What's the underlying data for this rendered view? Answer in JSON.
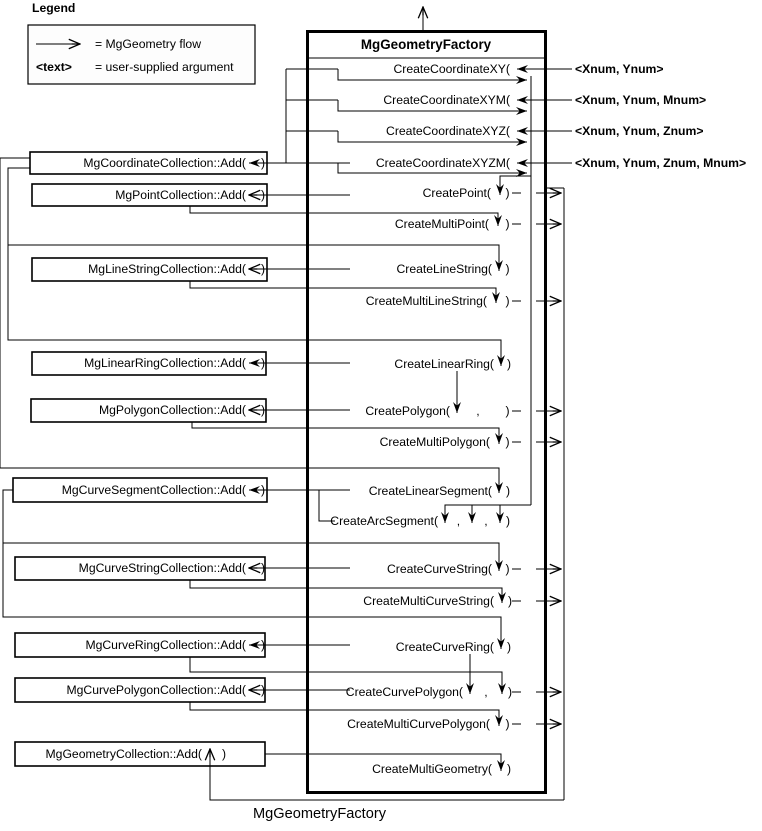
{
  "legend": {
    "title": "Legend",
    "flow_label": "= MgGeometry flow",
    "arg_token": "<text>",
    "arg_label": "= user-supplied argument"
  },
  "factory": {
    "title": "MgGeometryFactory",
    "caption": "MgGeometryFactory",
    "methods": [
      {
        "label": "CreateCoordinateXY("
      },
      {
        "label": "CreateCoordinateXYM("
      },
      {
        "label": "CreateCoordinateXYZ("
      },
      {
        "label": "CreateCoordinateXYZM("
      },
      {
        "label": "CreatePoint("
      },
      {
        "label": "CreateMultiPoint("
      },
      {
        "label": "CreateLineString("
      },
      {
        "label": "CreateMultiLineString("
      },
      {
        "label": "CreateLinearRing("
      },
      {
        "label": "CreatePolygon("
      },
      {
        "label": "CreateMultiPolygon("
      },
      {
        "label": "CreateLinearSegment("
      },
      {
        "label": "CreateArcSegment("
      },
      {
        "label": "CreateCurveString("
      },
      {
        "label": "CreateMultiCurveString("
      },
      {
        "label": "CreateCurveRing("
      },
      {
        "label": "CreateCurvePolygon("
      },
      {
        "label": "CreateMultiCurvePolygon("
      },
      {
        "label": "CreateMultiGeometry("
      }
    ]
  },
  "collections": [
    {
      "name": "MgCoordinateCollection",
      "method": "::Add("
    },
    {
      "name": "MgPointCollection",
      "method": "::Add("
    },
    {
      "name": "MgLineStringCollection",
      "method": "::Add("
    },
    {
      "name": "MgLinearRingCollection",
      "method": "::Add("
    },
    {
      "name": "MgPolygonCollection",
      "method": "::Add("
    },
    {
      "name": "MgCurveSegmentCollection",
      "method": "::Add("
    },
    {
      "name": "MgCurveStringCollection",
      "method": "::Add("
    },
    {
      "name": "MgCurveRingCollection",
      "method": "::Add("
    },
    {
      "name": "MgCurvePolygonCollection",
      "method": "::Add("
    },
    {
      "name": "MgGeometryCollection",
      "method": "::Add("
    }
  ],
  "arguments": [
    "<Xnum, Ynum>",
    "<Xnum, Ynum, Mnum>",
    "<Xnum, Ynum, Znum>",
    "<Xnum, Ynum, Znum, Mnum>"
  ],
  "glyphs": {
    "close": ")",
    "comma": ","
  },
  "colors": {
    "line": "#000000",
    "background": "#ffffff"
  }
}
